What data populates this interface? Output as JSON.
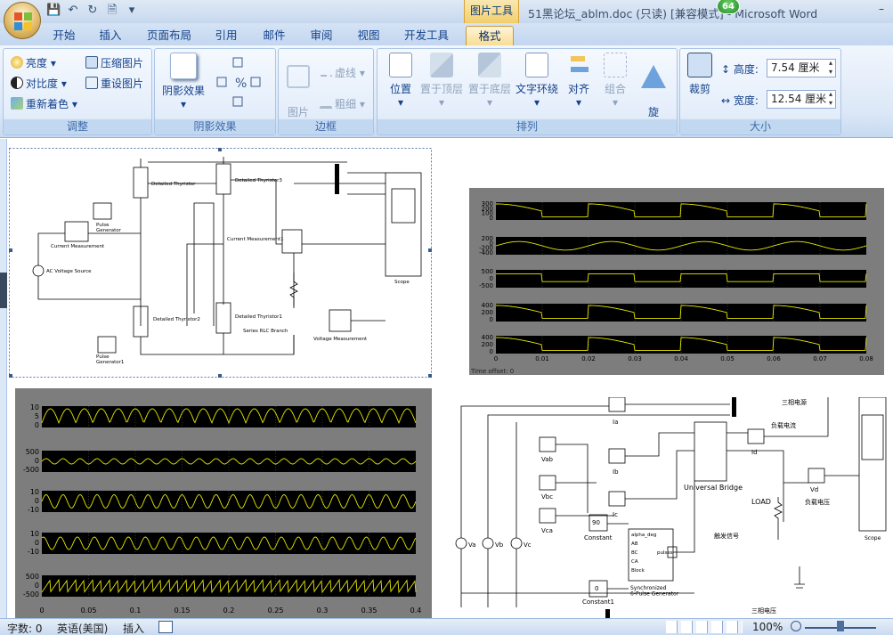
{
  "title_bar": {
    "document_title": "51黑论坛_ablm.doc (只读) [兼容模式] - Microsoft Word",
    "context_tool_label": "图片工具",
    "notification_count": "64",
    "qat_icons": [
      "save-icon",
      "undo-icon",
      "redo-icon",
      "print-preview-icon",
      "customize-icon"
    ]
  },
  "tabs": [
    {
      "label": "开始"
    },
    {
      "label": "插入"
    },
    {
      "label": "页面布局"
    },
    {
      "label": "引用"
    },
    {
      "label": "邮件"
    },
    {
      "label": "审阅"
    },
    {
      "label": "视图"
    },
    {
      "label": "开发工具"
    },
    {
      "label": "格式"
    }
  ],
  "ribbon": {
    "adjust": {
      "label": "调整",
      "brightness": "亮度",
      "contrast": "对比度",
      "recolor": "重新着色",
      "compress": "压缩图片",
      "reset": "重设图片"
    },
    "shadow": {
      "label": "阴影效果",
      "button": "阴影效果"
    },
    "border": {
      "label": "边框",
      "picture_border": "图片\n边框",
      "dashes": "虚线",
      "weight": "粗细"
    },
    "arrange": {
      "label": "排列",
      "position": "位置",
      "bring_front": "置于顶层",
      "send_back": "置于底层",
      "text_wrap": "文字环绕",
      "align": "对齐",
      "group": "组合",
      "rotate": "旋\n转"
    },
    "size": {
      "label": "大小",
      "crop": "裁剪",
      "height_label": "高度:",
      "height_value": "7.54 厘米",
      "width_label": "宽度:",
      "width_value": "12.54 厘米"
    }
  },
  "document": {
    "circuit1_labels": {
      "thyristor_a": "Detailed Thyristor",
      "thyristor_b": "Detailed Thyristor3",
      "thyristor_c": "Detailed Thyristor2",
      "thyristor_d": "Detailed Thyristor1",
      "pulse1": "Pulse\nGenerator",
      "pulse2": "Pulse\nGenerator1",
      "current_meas": "Current Measurement",
      "current_meas1": "Current Measurement1",
      "ac_source": "AC Voltage Source",
      "rlc": "Series RLC Branch",
      "volt_meas": "Voltage Measurement",
      "scope": "Scope"
    },
    "scope1": {
      "x_ticks": [
        "0",
        "0.01",
        "0.02",
        "0.03",
        "0.04",
        "0.05",
        "0.06",
        "0.07",
        "0.08"
      ],
      "time_offset": "Time offset: 0",
      "y_ticks": [
        [
          "300",
          "200",
          "100",
          "0"
        ],
        [
          "200",
          "0",
          "-200",
          "-400"
        ],
        [
          "500",
          "0",
          "-500"
        ],
        [
          "400",
          "200",
          "0"
        ],
        [
          "400",
          "200",
          "0"
        ]
      ]
    },
    "scope2": {
      "x_ticks": [
        "0",
        "0.05",
        "0.1",
        "0.15",
        "0.2",
        "0.25",
        "0.3",
        "0.35",
        "0.4"
      ],
      "y_ticks": [
        [
          "10",
          "5",
          "0"
        ],
        [
          "500",
          "0",
          "-500"
        ],
        [
          "10",
          "0",
          "-10"
        ],
        [
          "10",
          "0",
          "-10"
        ],
        [
          "500",
          "0",
          "-500"
        ]
      ]
    },
    "circuit2_labels": {
      "three_phase": "三相电源",
      "load_current": "负载电流",
      "load_voltage": "负载电压",
      "trigger_signal": "触发信号",
      "three_phase_voltage": "三相电压",
      "bridge": "Universal Bridge",
      "load": "LOAD",
      "ia": "Ia",
      "ib": "Ib",
      "ic": "Ic",
      "id": "Id",
      "vab": "Vab",
      "vbc": "Vbc",
      "vca": "Vca",
      "vd": "Vd",
      "va": "Va",
      "vb": "Vb",
      "vc": "Vc",
      "const": "Constant",
      "const_val": "90",
      "const1": "Constant1",
      "const1_val": "0",
      "gen_title": "Synchronized\n6-Pulse Generator",
      "gen_ports": [
        "alpha_deg",
        "AB",
        "BC",
        "CA",
        "Block"
      ],
      "gen_out": "pulses",
      "scope": "Scope"
    }
  },
  "status_bar": {
    "word_count": "字数: 0",
    "language": "英语(美国)",
    "insert_mode": "插入",
    "zoom": "100%"
  }
}
